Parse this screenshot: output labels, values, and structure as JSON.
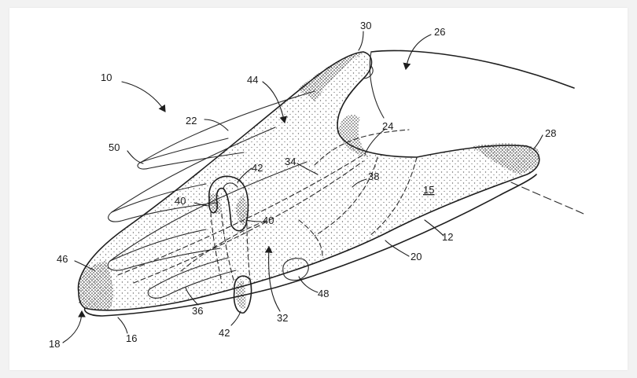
{
  "figure": {
    "labels": [
      {
        "id": "ref-10",
        "text": "10"
      },
      {
        "id": "ref-30",
        "text": "30"
      },
      {
        "id": "ref-26",
        "text": "26"
      },
      {
        "id": "ref-44",
        "text": "44"
      },
      {
        "id": "ref-22",
        "text": "22"
      },
      {
        "id": "ref-24",
        "text": "24"
      },
      {
        "id": "ref-28",
        "text": "28"
      },
      {
        "id": "ref-50",
        "text": "50"
      },
      {
        "id": "ref-42-top",
        "text": "42"
      },
      {
        "id": "ref-34",
        "text": "34"
      },
      {
        "id": "ref-38",
        "text": "38"
      },
      {
        "id": "ref-15",
        "text": "15"
      },
      {
        "id": "ref-40-left",
        "text": "40"
      },
      {
        "id": "ref-40-right",
        "text": "40"
      },
      {
        "id": "ref-12",
        "text": "12"
      },
      {
        "id": "ref-46",
        "text": "46"
      },
      {
        "id": "ref-20",
        "text": "20"
      },
      {
        "id": "ref-36",
        "text": "36"
      },
      {
        "id": "ref-32",
        "text": "32"
      },
      {
        "id": "ref-48",
        "text": "48"
      },
      {
        "id": "ref-18",
        "text": "18"
      },
      {
        "id": "ref-16",
        "text": "16"
      },
      {
        "id": "ref-42-bottom",
        "text": "42"
      }
    ],
    "colors": {
      "ink": "#1e1e1e",
      "paper": "#ffffff",
      "background": "#f2f2f2"
    }
  }
}
